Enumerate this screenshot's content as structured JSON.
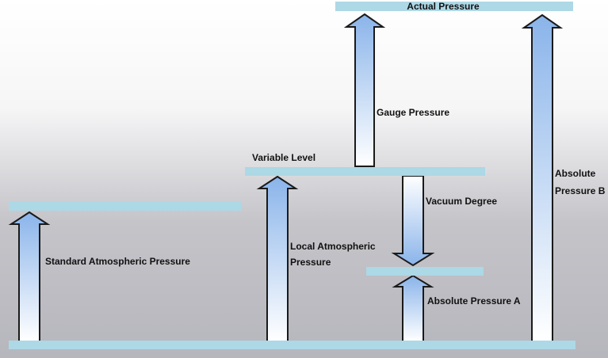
{
  "levels": {
    "actual": "Actual Pressure",
    "variable": "Variable Level"
  },
  "arrows": {
    "gauge": "Gauge Pressure",
    "vacuum": "Vacuum Degree",
    "standard": "Standard Atmospheric Pressure",
    "local_line1": "Local Atmospheric",
    "local_line2": "Pressure",
    "abs_a": "Absolute Pressure A",
    "abs_b_line1": "Absolute",
    "abs_b_line2": "Pressure B"
  },
  "colors": {
    "level_bar": "#add8e6",
    "arrow_fill_top": "#8ab4ea",
    "arrow_fill_bottom": "#ffffff",
    "arrow_stroke": "#1a1a1a",
    "bg_top": "#ffffff",
    "bg_bottom": "#b6b6bd"
  }
}
